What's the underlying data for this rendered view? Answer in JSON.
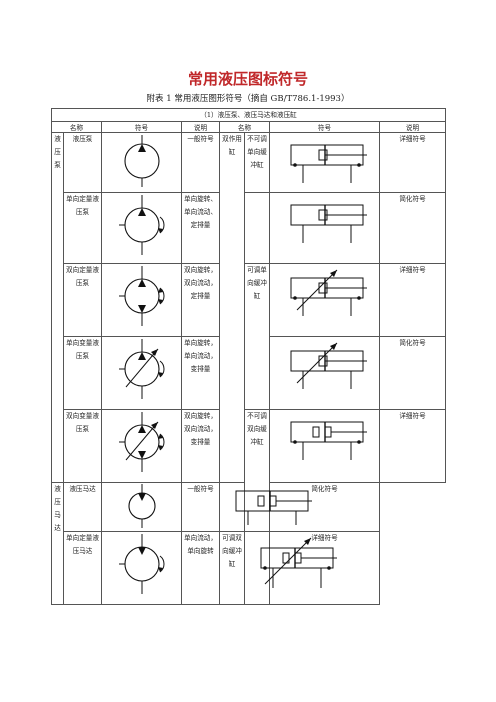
{
  "title": "常用液压图标符号",
  "subtitle": "附表 1 常用液压图形符号（摘自 GB/T786.1-1993）",
  "section": "（1）液压泵、液压马达和液压缸",
  "headers": {
    "name": "名称",
    "symbol": "符号",
    "note": "说明",
    "name2": "名称",
    "symbol2": "符号",
    "note2": "说明"
  },
  "left_groups": {
    "pump": "液压泵",
    "motor": "液压马达"
  },
  "right_groups": {
    "double_acting": "双作用缸"
  },
  "left_rows": [
    {
      "name": "液压泵",
      "note": "一般符号"
    },
    {
      "name": "单向定量液压泵",
      "note": "单向旋转、单向流动、定排量"
    },
    {
      "name": "双向定量液压泵",
      "note": "双向旋转，双向流动，定排量"
    },
    {
      "name": "单向变量液压泵",
      "note": "单向旋转，单向流动，变排量"
    },
    {
      "name": "双向变量液压泵",
      "note": "双向旋转，双向流动，变排量"
    },
    {
      "name": "液压马达",
      "note": "一般符号"
    },
    {
      "name": "单向定量液压马达",
      "note": "单向流动，单向旋转"
    }
  ],
  "right_rows": [
    {
      "name": "不可调单向缓冲缸",
      "note": "详细符号"
    },
    {
      "name": "",
      "note": "简化符号"
    },
    {
      "name": "可调单向缓冲缸",
      "note": "详细符号"
    },
    {
      "name": "",
      "note": "简化符号"
    },
    {
      "name": "不可调双向缓冲缸",
      "note": "详细符号"
    },
    {
      "name": "",
      "note": "简化符号"
    },
    {
      "name": "可调双向缓冲缸",
      "note": "详细符号"
    }
  ]
}
